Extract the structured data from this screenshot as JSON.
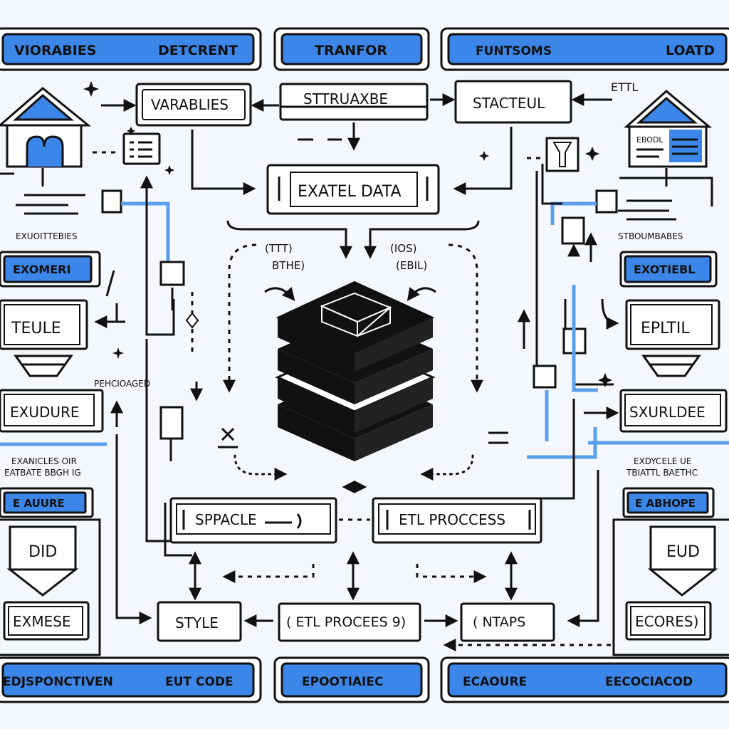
{
  "top_bar": {
    "left_a": "VIORABIES",
    "left_b": "DETCRENT",
    "center": "TRANFOR",
    "right_a": "FUNTSOMS",
    "right_b": "LOATD"
  },
  "row1": {
    "variables": "VARABLIES",
    "structure": "STTRUAXBE",
    "stacteul": "STACTEUL",
    "etl_tag": "ETTL"
  },
  "center_box": "EXATEL DATA",
  "center_notes": {
    "left_a": "(TTT)",
    "left_b": "BTHE)",
    "right_a": "(IOS)",
    "right_b": "(EBIL)"
  },
  "left_panel": {
    "caption": "EXUOITTEBIES",
    "badge": "EXOMERI",
    "screen": "TEULE",
    "label": "EXUDURE",
    "note": "PEHCIOAGED",
    "text_a": "EXANICLES OIR",
    "text_b": "EATBATE BBGH IG",
    "badge2": "E AUURE",
    "chip": "DID",
    "bottom": "EXMESE"
  },
  "right_panel": {
    "card": "EBODL",
    "caption": "STBOUMBABES",
    "badge": "EXOTIEBL",
    "screen": "EPLTIL",
    "label": "SXURLDEE",
    "text_a": "EXDYCELE UE",
    "text_b": "TBIATTL BAETHC",
    "badge2": "E ABHOPE",
    "chip": "EUD",
    "bottom": "ECORES)"
  },
  "mid_row": {
    "left": "SPPACLE",
    "right": "ETL PROCCESS"
  },
  "bottom_row": {
    "style": "STYLE",
    "process": "( ETL PROCEES  9)",
    "ntaps": "( NTAPS"
  },
  "footer": {
    "left_a": "EDJSPONCTIVEN",
    "left_b": "EUT CODE",
    "center": "EPOOTIAIEC",
    "right_a": "ECAOURE",
    "right_b": "EECOCIACOD"
  },
  "colors": {
    "accent": "#3b86e8",
    "ink": "#111111",
    "background": "#f4f7fb"
  }
}
